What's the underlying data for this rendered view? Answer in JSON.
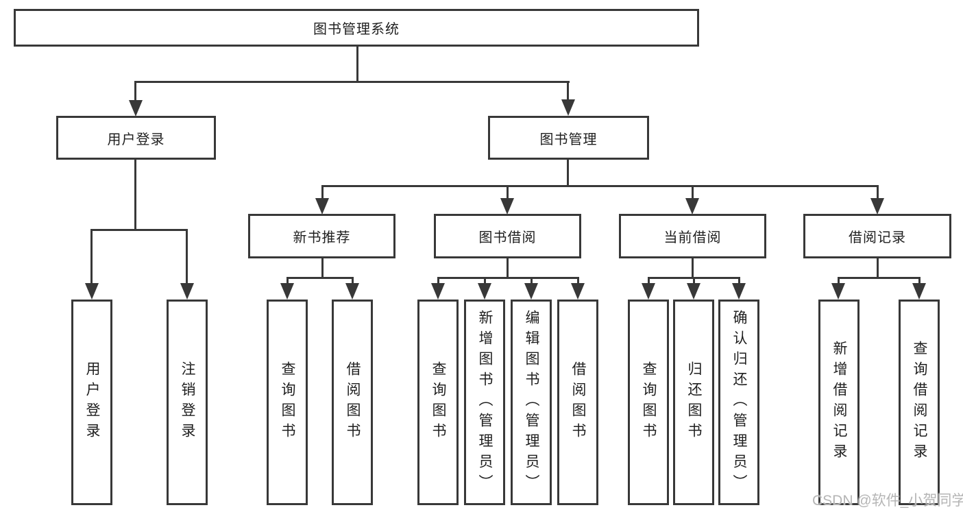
{
  "colors": {
    "line": "#383838",
    "text": "#1f1f1f",
    "watermark": "#b5b5b5",
    "background": "#ffffff"
  },
  "watermark": {
    "text": "CSDN @软件_小贺同学"
  },
  "tree": {
    "label": "图书管理系统",
    "children": [
      {
        "label": "用户登录",
        "children": [
          {
            "label": "用户登录"
          },
          {
            "label": "注销登录"
          }
        ]
      },
      {
        "label": "图书管理",
        "children": [
          {
            "label": "新书推荐",
            "children": [
              {
                "label": "查询图书"
              },
              {
                "label": "借阅图书"
              }
            ]
          },
          {
            "label": "图书借阅",
            "children": [
              {
                "label": "查询图书"
              },
              {
                "label": "新增图书（管理员）"
              },
              {
                "label": "编辑图书（管理员）"
              },
              {
                "label": "借阅图书"
              }
            ]
          },
          {
            "label": "当前借阅",
            "children": [
              {
                "label": "查询图书"
              },
              {
                "label": "归还图书"
              },
              {
                "label": "确认归还（管理员）"
              }
            ]
          },
          {
            "label": "借阅记录",
            "children": [
              {
                "label": "新增借阅记录"
              },
              {
                "label": "查询借阅记录"
              }
            ]
          }
        ]
      }
    ]
  }
}
